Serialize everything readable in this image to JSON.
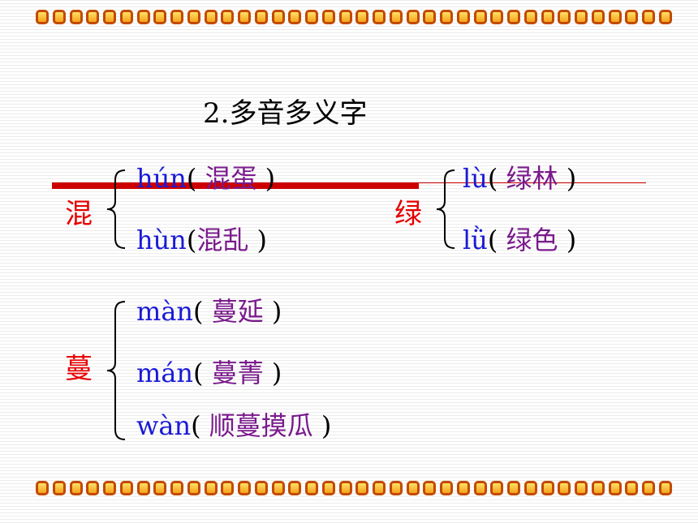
{
  "title": "2.多音多义字",
  "groups": [
    {
      "char": "混",
      "readings": [
        {
          "pinyin": "hún",
          "open": "(",
          "word": " 混蛋 ",
          "close": ")"
        },
        {
          "pinyin": "hùn",
          "open": "(",
          "word": "混乱 ",
          "close": ")"
        }
      ]
    },
    {
      "char": "绿",
      "readings": [
        {
          "pinyin": "lù",
          "open": "(",
          "word": " 绿林 ",
          "close": ")"
        },
        {
          "pinyin": "lǜ",
          "open": "(",
          "word": " 绿色 ",
          "close": ")"
        }
      ]
    },
    {
      "char": "蔓",
      "readings": [
        {
          "pinyin": "màn",
          "open": "(",
          "word": " 蔓延 ",
          "close": ")"
        },
        {
          "pinyin": "mán",
          "open": "(",
          "word": " 蔓菁 ",
          "close": ")"
        },
        {
          "pinyin": "wàn",
          "open": "(",
          "word": " 顺蔓摸瓜 ",
          "close": ")"
        }
      ]
    }
  ],
  "colors": {
    "head_char": "#e60000",
    "pinyin": "#1a1ad6",
    "word": "#7a1a8c",
    "strike_line": "#cc0000",
    "border_fill": "#f7a21b",
    "border_stroke": "#c24a00"
  }
}
